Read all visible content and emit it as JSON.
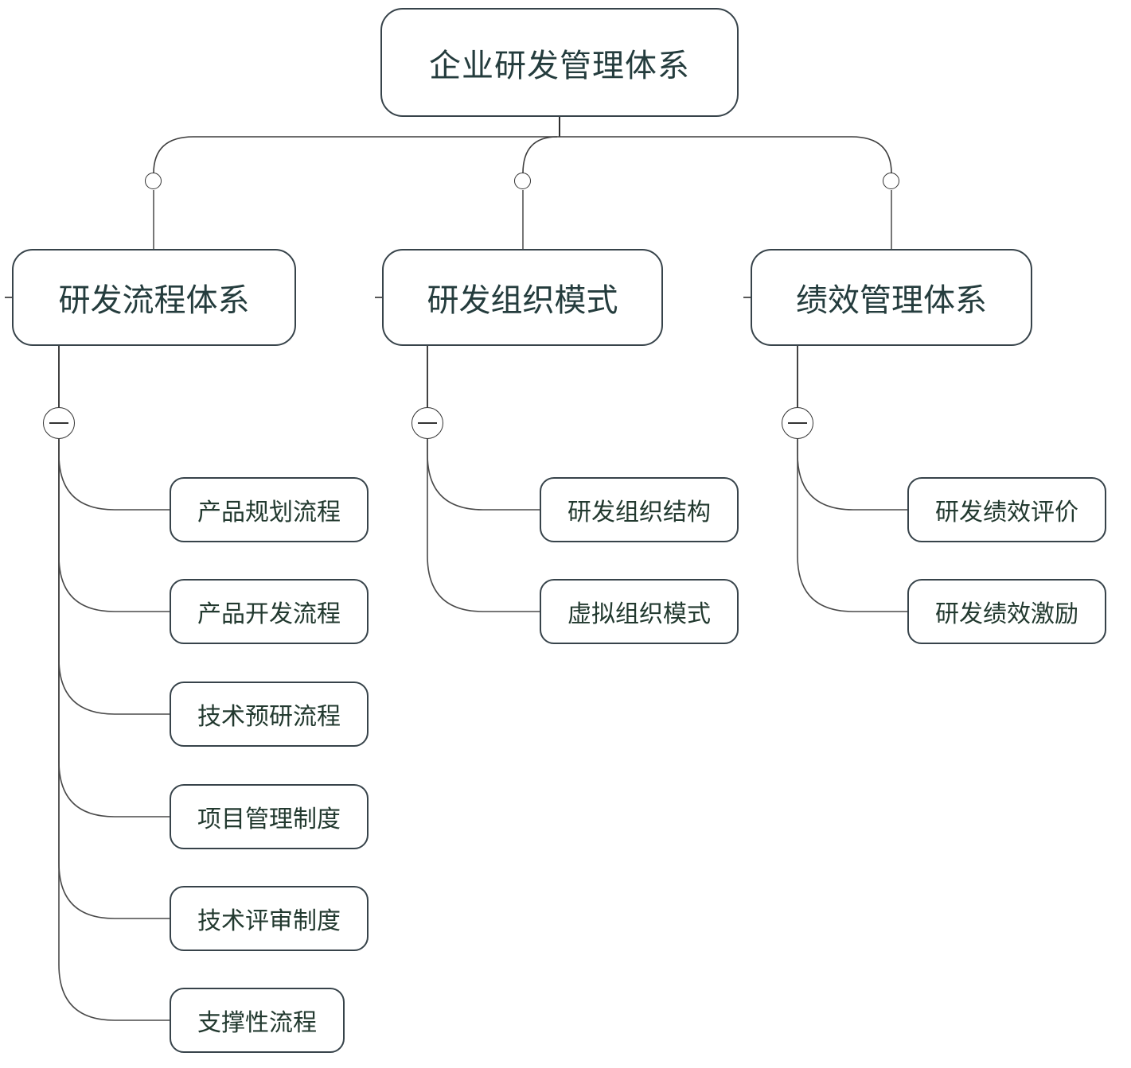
{
  "diagram": {
    "type": "mindmap-tree",
    "root": {
      "label": "企业研发管理体系"
    },
    "branches": [
      {
        "label": "研发流程体系",
        "collapse_state": "expanded",
        "collapse_icon": "minus",
        "children": [
          {
            "label": "产品规划流程"
          },
          {
            "label": "产品开发流程"
          },
          {
            "label": "技术预研流程"
          },
          {
            "label": "项目管理制度"
          },
          {
            "label": "技术评审制度"
          },
          {
            "label": "支撑性流程"
          }
        ]
      },
      {
        "label": "研发组织模式",
        "collapse_state": "expanded",
        "collapse_icon": "minus",
        "children": [
          {
            "label": "研发组织结构"
          },
          {
            "label": "虚拟组织模式"
          }
        ]
      },
      {
        "label": "绩效管理体系",
        "collapse_state": "expanded",
        "collapse_icon": "minus",
        "children": [
          {
            "label": "研发绩效评价"
          },
          {
            "label": "研发绩效激励"
          }
        ]
      }
    ],
    "colors": {
      "background": "#ffffff",
      "node_fill": "#ffffff",
      "node_border": "#37434a",
      "title_text": "#243c3d",
      "leaf_text": "#22392f",
      "connector": "#3d3d3d"
    }
  }
}
